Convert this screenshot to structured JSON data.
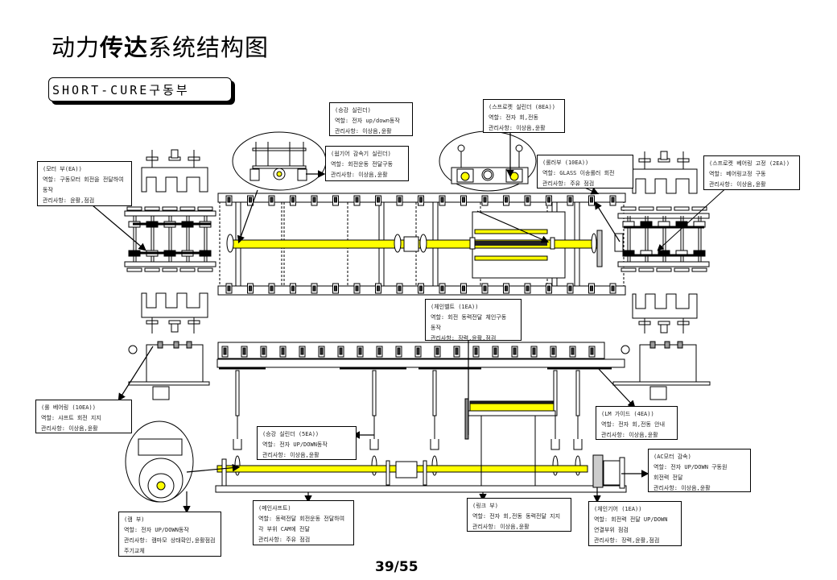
{
  "page": {
    "title_parts": [
      {
        "text": "动力",
        "bold": false
      },
      {
        "text": "传达",
        "bold": true
      },
      {
        "text": "系统结构图",
        "bold": false
      }
    ],
    "section_label": "SHORT-CURE구동부",
    "page_number": "39/55"
  },
  "callouts": [
    {
      "id": "top-left-motor",
      "lines": [
        "(모터 부(EA))",
        "역할: 구동모터 회전을 전달하여",
        "     동작",
        "관리사항: 윤활,점검"
      ]
    },
    {
      "id": "cylinder-top",
      "lines": [
        "(승강 실린더)",
        "역할: 전자 up/down동작",
        "관리사항: 이상음,윤활"
      ]
    },
    {
      "id": "shaft-gear",
      "lines": [
        "(웜기어 감속기 실린더)",
        "역할: 회전운동 전달구동",
        "관리사항: 이상음,윤활"
      ]
    },
    {
      "id": "cross-roller",
      "lines": [
        "(스프로켓 실린더 (8EA))",
        "역할: 전자 회,전동",
        "관리사항: 이상음,윤활"
      ]
    },
    {
      "id": "glass-roller",
      "lines": [
        "(롤러부 (10EA))",
        "역할: GLASS 이송롤러 회전",
        "관리사항: 주유 점검"
      ]
    },
    {
      "id": "right-bearing",
      "lines": [
        "(스프로켓 베어링 고정 (2EA))",
        "역할: 베어링고정 구동",
        "관리사항: 이상음,윤활"
      ]
    },
    {
      "id": "center-chain",
      "lines": [
        "(체인벨트 (1EA))",
        "역할: 회전 동력전달 체인구동",
        "     동작",
        "관리사항: 장력,윤활,점검"
      ]
    },
    {
      "id": "left-roller",
      "lines": [
        "(롤 베어링 (10EA))",
        "역할: 샤프트 회전 지지",
        "관리사항: 이상음,윤활"
      ]
    },
    {
      "id": "lm-guide",
      "lines": [
        "(LM 가이드 (4EA))",
        "역할: 전자 회,전동 안내",
        "관리사항: 이상음,윤활"
      ]
    },
    {
      "id": "lift-cylinder",
      "lines": [
        "(승강 실린더 (5EA))",
        "역할: 전자 UP/DOWN동작",
        "관리사항: 이상음,윤활"
      ]
    },
    {
      "id": "ac-motor",
      "lines": [
        "(AC모터 감속)",
        "역할: 전자 UP/DOWN 구동원",
        "     회전력 전달",
        "관리사항: 이상음,윤활"
      ]
    },
    {
      "id": "cam",
      "lines": [
        "(캠 부)",
        "역할: 전자 UP/DOWN동작",
        "관리사항: 캠마모 상태확인,윤활점검",
        " 주기교체"
      ]
    },
    {
      "id": "main-shaft",
      "lines": [
        "(메인샤프트)",
        "역할: 동력전달 회전운동 전달하여",
        " 각 부위 CAM에 전달",
        "관리사항: 주유 점검"
      ]
    },
    {
      "id": "link",
      "lines": [
        "(링크 부)",
        "역할: 전자 회,전동 동력전달 지지",
        "관리사항: 이상음,윤활"
      ]
    },
    {
      "id": "chain-gear",
      "lines": [
        "(체인기어 (1EA))",
        "역할: 회전력 전달 UP/DOWN",
        " 연결부위 점검",
        "관리사항: 장력,윤활,점검"
      ]
    }
  ],
  "colors": {
    "shaft": "#ffff00",
    "line": "#000000",
    "background": "#ffffff"
  }
}
